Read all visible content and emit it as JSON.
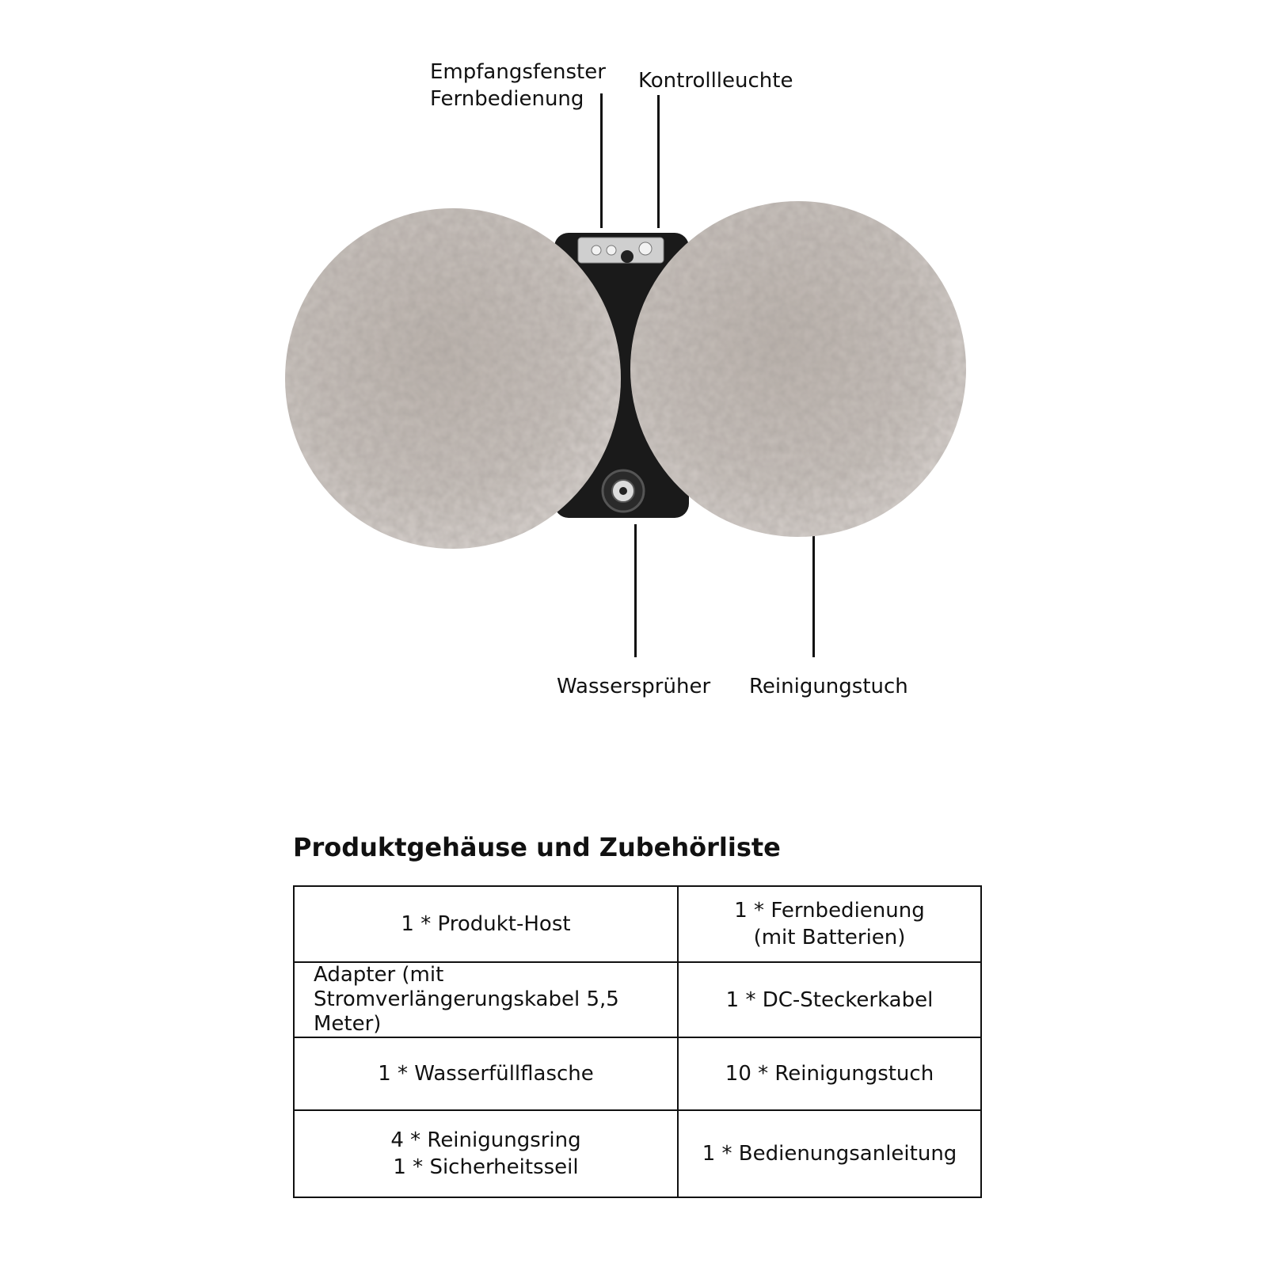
{
  "diagram": {
    "labels": {
      "receiver_window": "Empfangsfenster\nFernbedienung",
      "indicator_light": "Kontrollleuchte",
      "water_sprayer": "Wassersprüher",
      "cleaning_cloth": "Reinigungstuch"
    },
    "colors": {
      "pad": "#c9c2bd",
      "pad_shadow": "#9c948e",
      "body": "#1a1a1a",
      "panel": "#d9d9d9"
    }
  },
  "accessories": {
    "title": "Produktgehäuse und Zubehörliste",
    "rows": [
      [
        "1 * Produkt-Host",
        "1 * Fernbedienung\n(mit Batterien)"
      ],
      [
        "Adapter (mit\nStromverlängerungskabel 5,5\nMeter)",
        "1 * DC-Steckerkabel"
      ],
      [
        "1 * Wasserfüllflasche",
        "10 * Reinigungstuch"
      ],
      [
        "4 * Reinigungsring\n1 * Sicherheitsseil",
        "1 * Bedienungsanleitung"
      ]
    ]
  }
}
